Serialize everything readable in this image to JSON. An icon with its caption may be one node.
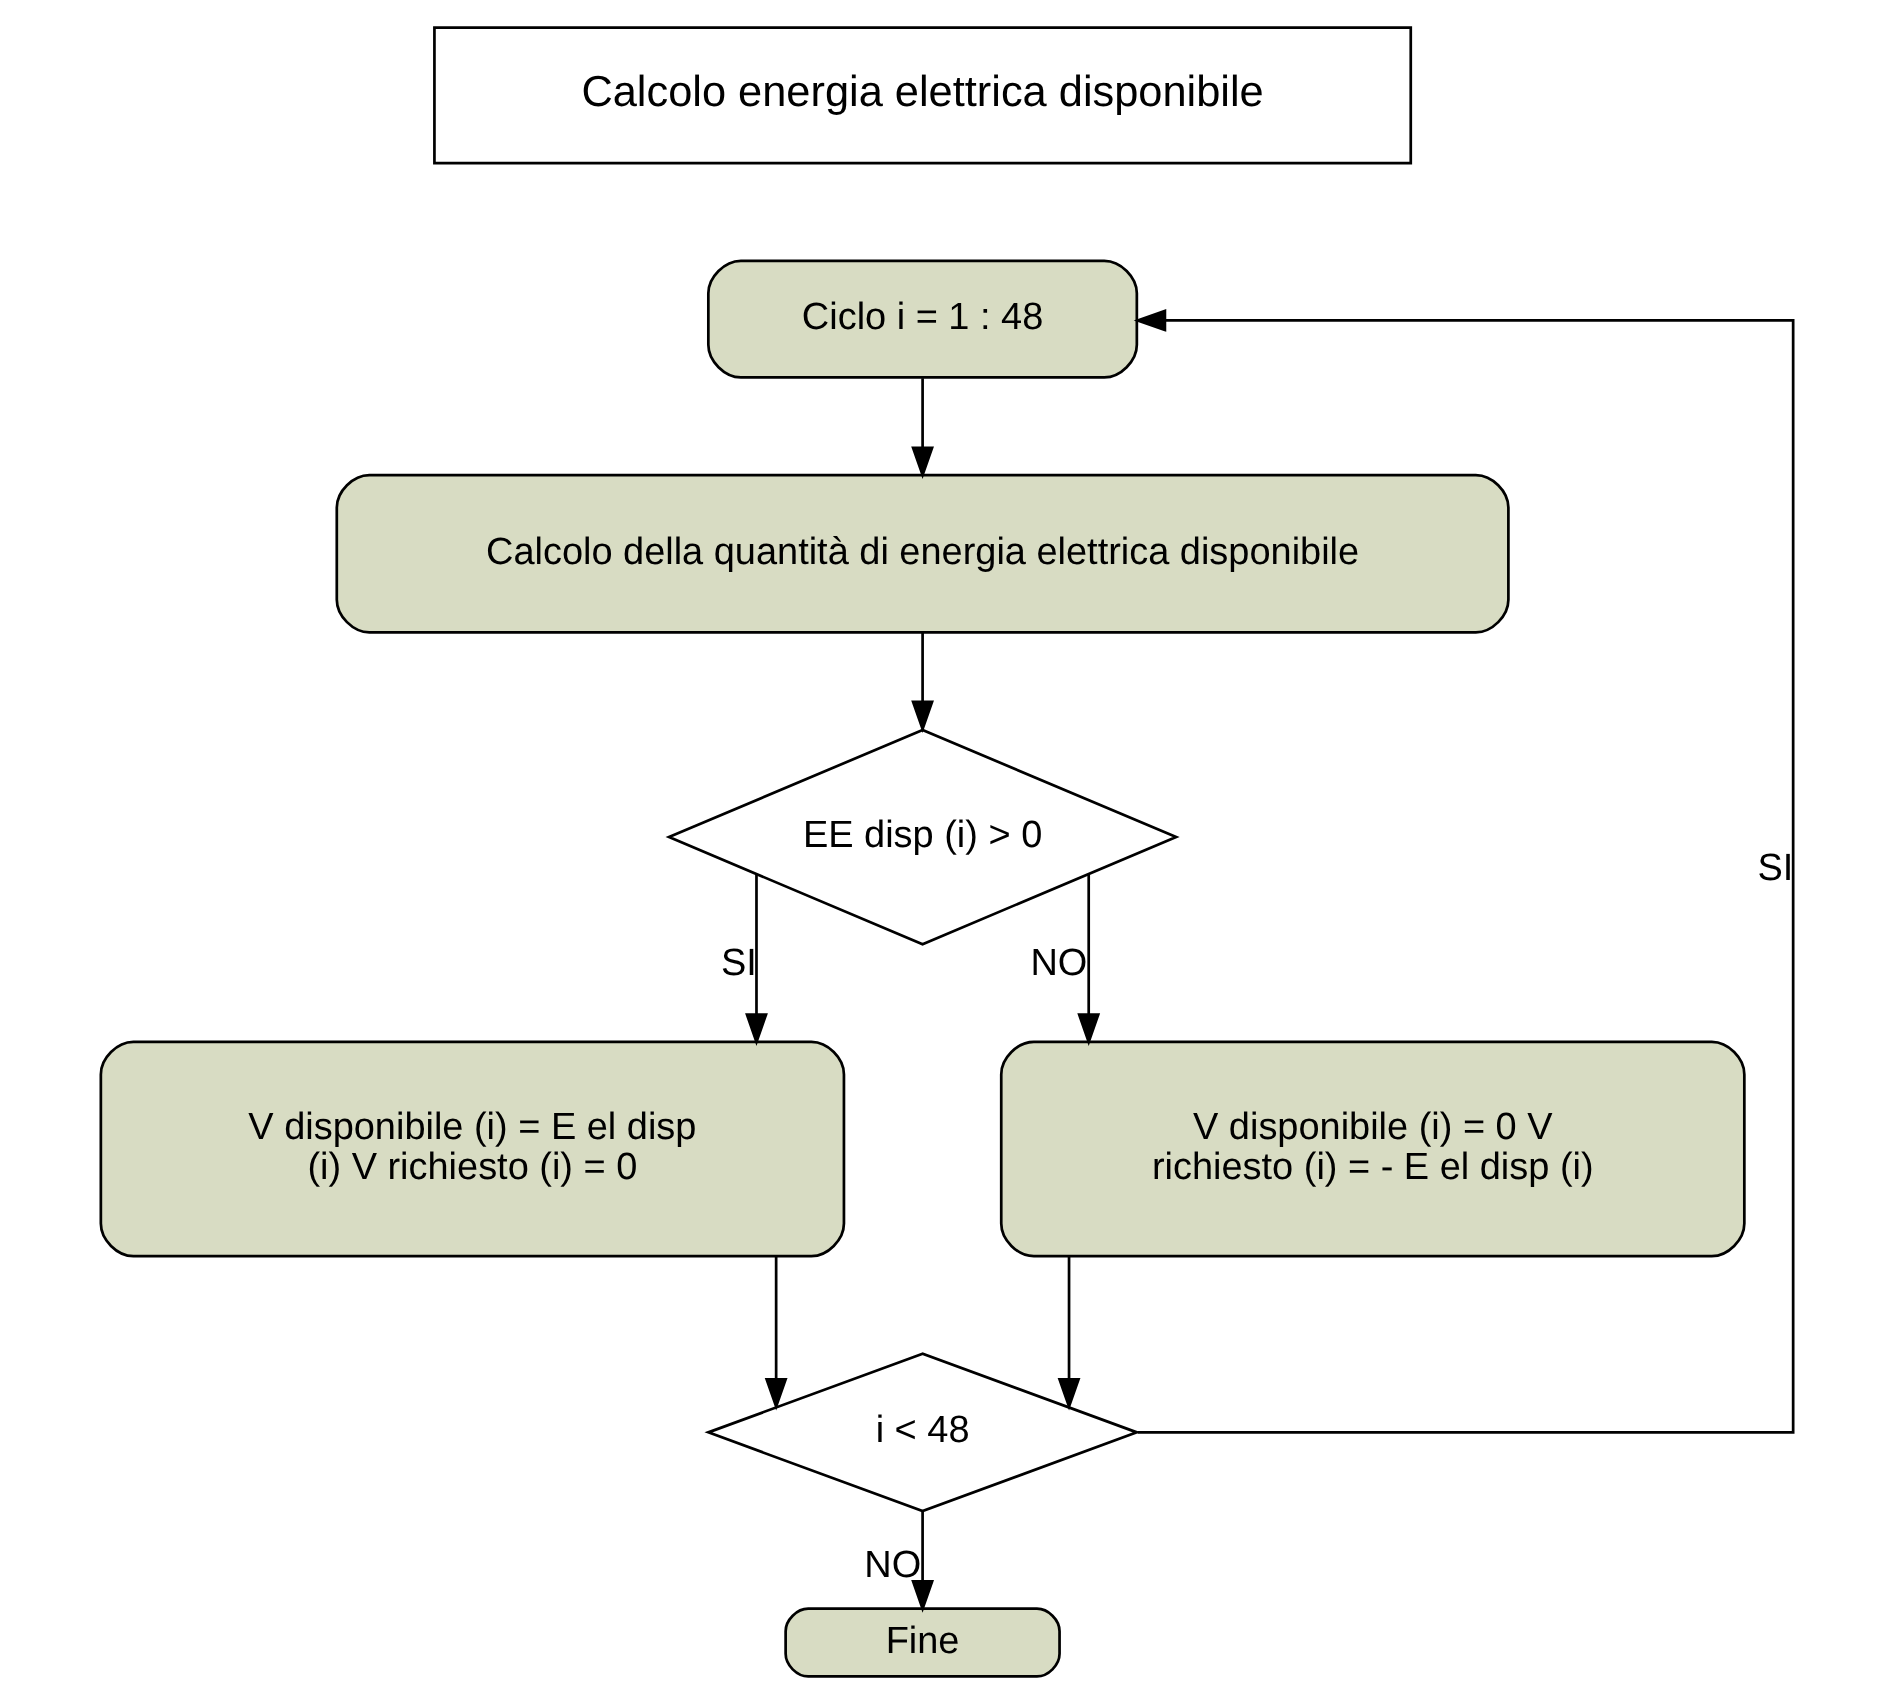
{
  "diagram": {
    "nodes": [
      {
        "text": [
          "Calcolo energia elettrica disponibile"
        ]
      },
      {
        "text": [
          "Ciclo i = 1 : 48"
        ]
      },
      {
        "text": [
          "Calcolo della quantità di energia elettrica disponibile"
        ]
      },
      {
        "text": [
          "EE disp (i) > 0"
        ]
      },
      {
        "text": [
          "V disponibile (i) = E el disp (i) V richiesto (i) = 0"
        ]
      },
      {
        "text": [
          "V disponibile (i) = 0 V richiesto (i) = - E el disp (i)"
        ]
      },
      {
        "text": [
          "i < 48"
        ]
      },
      {
        "text": [
          "Fine"
        ]
      }
    ],
    "edges": [
      {
        "from": 1,
        "to": 2,
        "arrow": "to"
      },
      {
        "from": 2,
        "to": 3,
        "arrow": "to"
      },
      {
        "from": 3,
        "to": 4,
        "arrow": "to",
        "label": "SI"
      },
      {
        "from": 3,
        "to": 5,
        "arrow": "to",
        "label": "NO"
      },
      {
        "from": 4,
        "to": 6,
        "arrow": "to"
      },
      {
        "from": 5,
        "to": 6,
        "arrow": "to"
      },
      {
        "from": 6,
        "to": 1,
        "arrow": "to",
        "label": "SI"
      },
      {
        "from": 6,
        "to": 7,
        "arrow": "to",
        "label": "NO"
      }
    ]
  }
}
